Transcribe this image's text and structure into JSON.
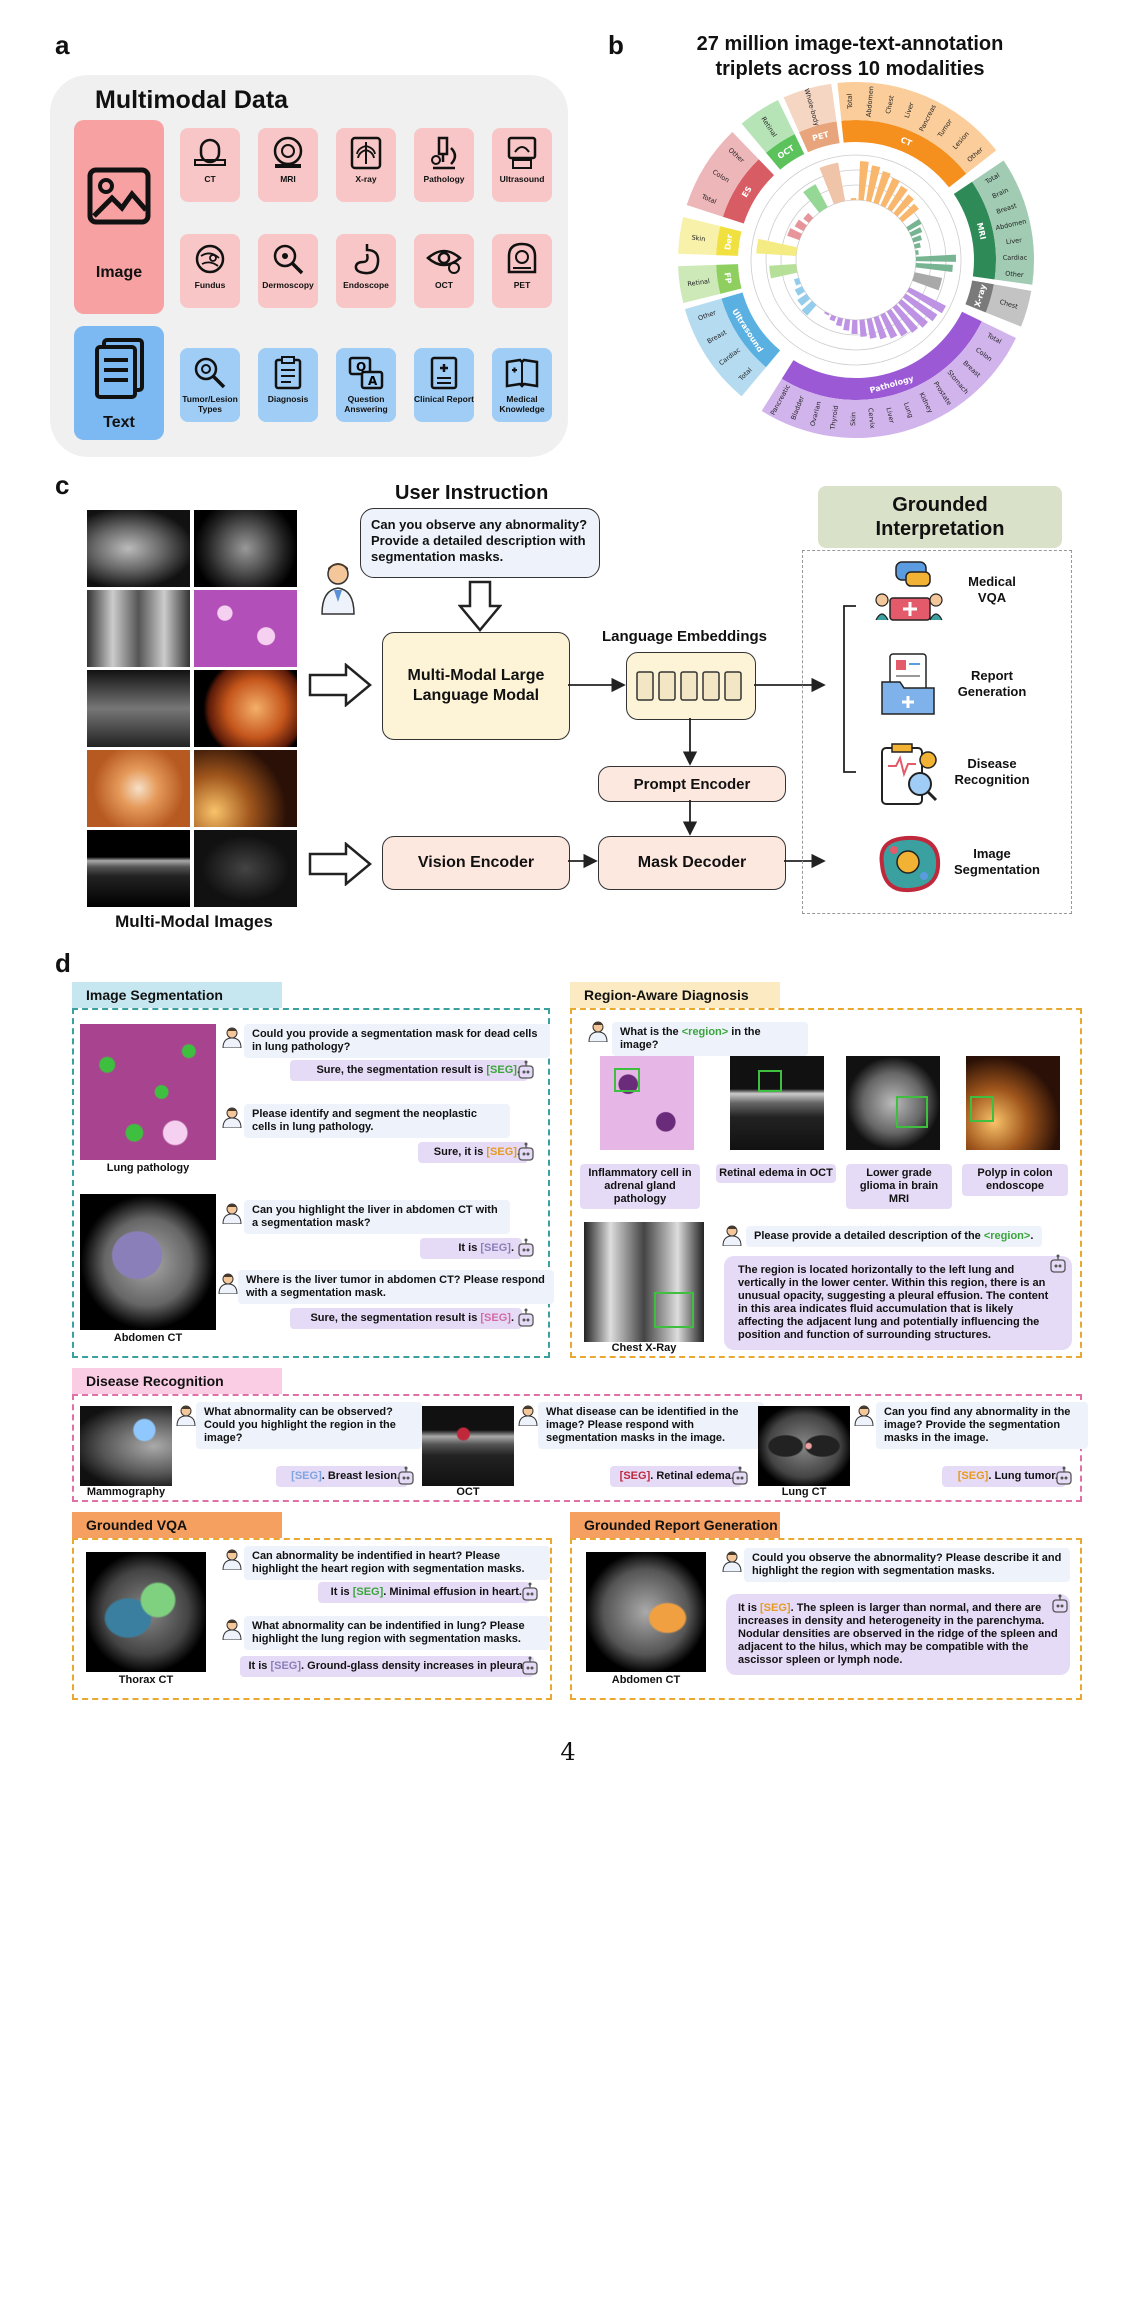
{
  "panel_letters": {
    "a": "a",
    "b": "b",
    "c": "c",
    "d": "d"
  },
  "panel_a": {
    "title": "Multimodal Data",
    "image_label": "Image",
    "text_label": "Text",
    "image_tiles": [
      "CT",
      "MRI",
      "X-ray",
      "Pathology",
      "Ultrasound",
      "Fundus",
      "Dermoscopy",
      "Endoscope",
      "OCT",
      "PET"
    ],
    "text_tiles": [
      "Tumor/Lesion Types",
      "Diagnosis",
      "Question Answering",
      "Clinical Report",
      "Medical Knowledge"
    ]
  },
  "panel_b": {
    "title_line1": "27 million image-text-annotation",
    "title_line2": "triplets across 10 modalities"
  },
  "chart_data": {
    "type": "radial-bar",
    "title": "27 million image-text-annotation triplets across 10 modalities",
    "modalities": [
      {
        "name": "CT",
        "color": "#f5901e",
        "sub": [
          "Total",
          "Abdomen",
          "Chest",
          "Liver",
          "Pancreas",
          "Tumor",
          "Lesion",
          "Other"
        ]
      },
      {
        "name": "MRI",
        "color": "#2e8b57",
        "sub": [
          "Total",
          "Brain",
          "Breast",
          "Abdomen",
          "Liver",
          "Cardiac",
          "Other"
        ]
      },
      {
        "name": "X-ray",
        "color": "#7a7a7a",
        "sub": [
          "Chest"
        ]
      },
      {
        "name": "Pathology",
        "color": "#9b59d6",
        "sub": [
          "Total",
          "Colon",
          "Breast",
          "Stomach",
          "Prostate",
          "Kidney",
          "Lung",
          "Liver",
          "Cervix",
          "Skin",
          "Thyroid",
          "Ovarian",
          "Bladder",
          "Pancreatic"
        ]
      },
      {
        "name": "Ultrasound",
        "color": "#5ab0e0",
        "sub": [
          "Total",
          "Cardiac",
          "Breast",
          "Other"
        ]
      },
      {
        "name": "FP",
        "color": "#8fcf5f",
        "sub": [
          "Retinal"
        ]
      },
      {
        "name": "Der",
        "color": "#f0e040",
        "sub": [
          "Skin"
        ]
      },
      {
        "name": "ES",
        "color": "#d85c63",
        "sub": [
          "Total",
          "Colon",
          "Other"
        ]
      },
      {
        "name": "OCT",
        "color": "#5cc35c",
        "sub": [
          "Retinal"
        ]
      },
      {
        "name": "PET",
        "color": "#e8a47a",
        "sub": [
          "Whole-body"
        ]
      }
    ]
  },
  "panel_c": {
    "user_instruction_title": "User Instruction",
    "instruction_text": "Can you observe any abnormality? Provide a detailed description with segmentation masks.",
    "mllm_label": "Multi-Modal Large Language Modal",
    "lang_emb_label": "Language Embeddings",
    "prompt_encoder": "Prompt Encoder",
    "vision_encoder": "Vision Encoder",
    "mask_decoder": "Mask Decoder",
    "images_label": "Multi-Modal Images",
    "grounded_title": "Grounded Interpretation",
    "outputs": [
      "Medical VQA",
      "Report Generation",
      "Disease Recognition",
      "Image Segmentation"
    ]
  },
  "panel_d": {
    "seg": {
      "tag": "Image Segmentation",
      "q1": "Could you provide a segmentation mask for dead cells in lung pathology?",
      "a1_pre": "Sure, the segmentation result is ",
      "a1_seg": "[SEG]",
      "a1_post": ".",
      "q2": "Please identify and segment the neoplastic cells in lung pathology.",
      "a2_pre": "Sure, it is ",
      "a2_seg": "[SEG]",
      "a2_post": ".",
      "cap1": "Lung pathology",
      "q3": "Can you highlight the liver in abdomen CT with a segmentation mask?",
      "a3_pre": "It is ",
      "a3_seg": "[SEG]",
      "a3_post": ".",
      "q4": "Where is the liver tumor in abdomen CT? Please respond with a segmentation mask.",
      "a4_pre": "Sure, the segmentation result is ",
      "a4_seg": "[SEG]",
      "a4_post": ".",
      "cap2": "Abdomen CT"
    },
    "rad": {
      "tag": "Region-Aware Diagnosis",
      "q_pre": "What is the ",
      "q_region": "<region>",
      "q_post": " in the image?",
      "caps": [
        "Inflammatory cell in adrenal gland pathology",
        "Retinal edema in OCT",
        "Lower grade glioma in brain MRI",
        "Polyp in colon endoscope"
      ],
      "q2_pre": "Please provide a detailed description of the ",
      "q2_region": "<region>",
      "q2_post": ".",
      "answer": "The region is located horizontally to the left lung and vertically in the lower center. Within this region, there is an unusual opacity, suggesting a pleural effusion. The content in this area indicates fluid accumulation that is likely affecting the adjacent lung and potentially influencing the position and function of surrounding structures.",
      "cap_xray": "Chest X-Ray"
    },
    "dr": {
      "tag": "Disease Recognition",
      "q1": "What abnormality can be observed? Could you highlight the region in the image?",
      "a1_seg": "[SEG]",
      "a1_post": ". Breast lesion.",
      "cap1": "Mammography",
      "q2": "What disease can be identified in the image? Please respond with segmentation masks in the image.",
      "a2_seg": "[SEG]",
      "a2_post": ". Retinal edema.",
      "cap2": "OCT",
      "q3": "Can you find any abnormality in the image? Provide the segmentation masks in the image.",
      "a3_seg": "[SEG]",
      "a3_post": ". Lung tumor.",
      "cap3": "Lung CT"
    },
    "vqa": {
      "tag": "Grounded VQA",
      "q1": "Can abnormality be indentified in heart? Please highlight the heart region with segmentation masks.",
      "a1_pre": "It is ",
      "a1_seg": "[SEG]",
      "a1_post": ". Minimal effusion in heart.",
      "q2": "What abnormality can be indentified in lung? Please highlight the lung region with segmentation masks.",
      "a2_pre": "It is ",
      "a2_seg": "[SEG]",
      "a2_post": ". Ground-glass density increases in pleura.",
      "cap": "Thorax CT"
    },
    "grg": {
      "tag": "Grounded Report Generation",
      "q": "Could you observe the abnormality? Please describe it and highlight the region with segmentation masks.",
      "a_pre": "It is ",
      "a_seg": "[SEG]",
      "a_post": ". The spleen is larger than normal, and there are increases in density and heterogeneity in the parenchyma. Nodular densities are observed in the ridge of the spleen and adjacent to the hilus, which may be compatible with the ascissor spleen or lymph node.",
      "cap": "Abdomen CT"
    }
  },
  "page_number": "4"
}
